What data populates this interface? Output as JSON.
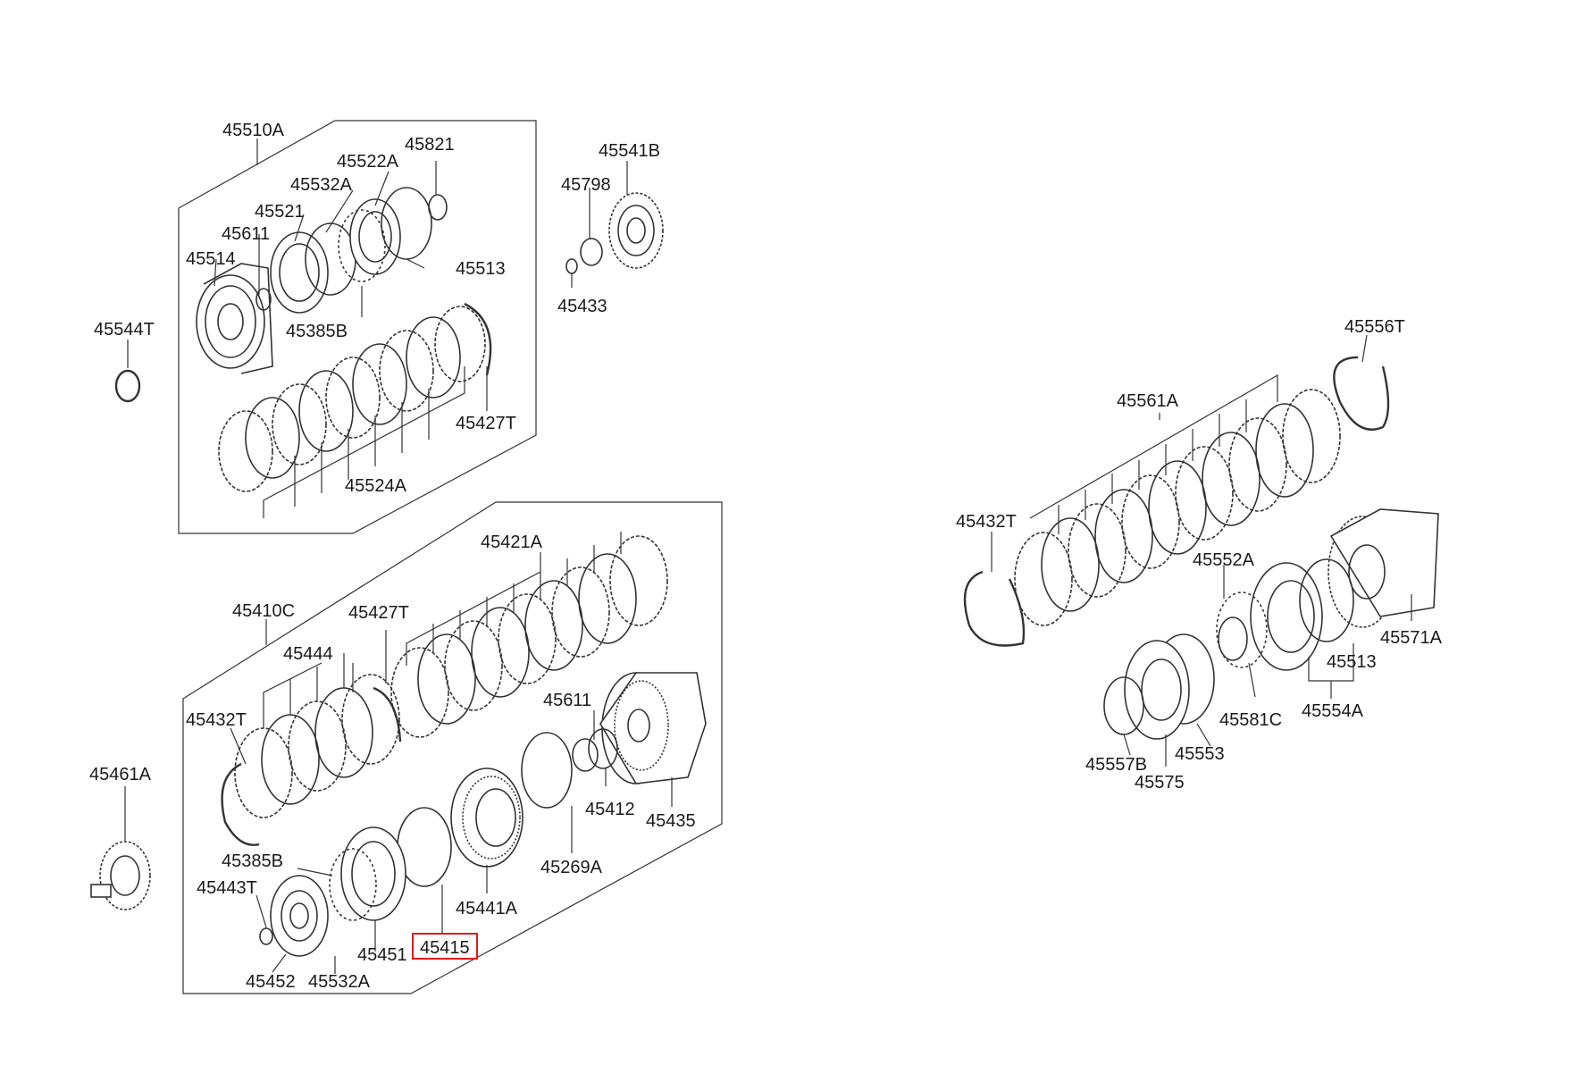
{
  "highlight_color": "#e21b1b",
  "labels": {
    "g1": {
      "p45510A": "45510A",
      "p45821": "45821",
      "p45522A": "45522A",
      "p45532A": "45532A",
      "p45521": "45521",
      "p45611": "45611",
      "p45514": "45514",
      "p45513": "45513",
      "p45385B": "45385B",
      "p45427T": "45427T",
      "p45524A": "45524A"
    },
    "g2": {
      "p45541B": "45541B",
      "p45798": "45798",
      "p45433": "45433"
    },
    "g3": {
      "p45544T": "45544T"
    },
    "g4": {
      "p45421A": "45421A",
      "p45410C": "45410C",
      "p45427T": "45427T",
      "p45444": "45444",
      "p45432T": "45432T",
      "p45611": "45611",
      "p45412": "45412",
      "p45435": "45435",
      "p45269A": "45269A",
      "p45385B": "45385B",
      "p45443T": "45443T",
      "p45441A": "45441A",
      "p45451": "45451",
      "p45415": "45415",
      "p45452": "45452",
      "p45532A": "45532A"
    },
    "g5": {
      "p45461A": "45461A"
    },
    "g6": {
      "p45556T": "45556T",
      "p45561A": "45561A",
      "p45432T": "45432T",
      "p45552A": "45552A",
      "p45571A": "45571A",
      "p45513": "45513",
      "p45554A": "45554A",
      "p45581C": "45581C",
      "p45557B": "45557B",
      "p45553": "45553",
      "p45575": "45575"
    }
  },
  "highlighted_part": "45415"
}
